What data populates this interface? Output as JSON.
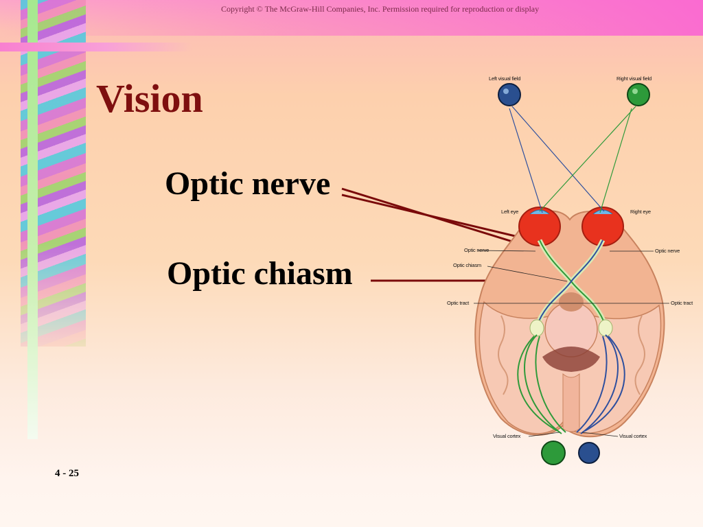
{
  "slide": {
    "copyright": "Copyright © The McGraw-Hill Companies, Inc. Permission required for reproduction or display",
    "title": "Vision",
    "labels": {
      "optic_nerve": "Optic nerve",
      "optic_chiasm": "Optic chiasm"
    },
    "slide_number": "4 - 25"
  },
  "figure": {
    "labels": {
      "left_visual_field": "Left visual field",
      "right_visual_field": "Right visual field",
      "left_eye": "Left eye",
      "right_eye": "Right eye",
      "optic_nerve_left": "Optic nerve",
      "optic_nerve_right": "Optic nerve",
      "optic_chiasm": "Optic chiasm",
      "optic_tract_left": "Optic tract",
      "optic_tract_right": "Optic tract",
      "visual_cortex_left": "Visual cortex",
      "visual_cortex_right": "Visual cortex"
    }
  },
  "colors": {
    "title": "#7e0f0f",
    "pointer_lines": "#7a0a0a",
    "left_field_path": "#2e4f9e",
    "right_field_path": "#2f9a3a",
    "brain_tissue": "#f2b492",
    "eye": "#e8321e"
  }
}
